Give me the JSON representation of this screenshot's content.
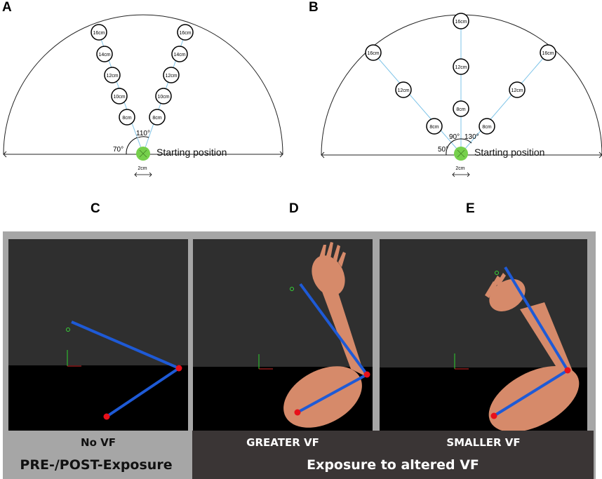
{
  "panels": {
    "a": {
      "letter": "A",
      "targets": [
        "16cm",
        "14cm",
        "12cm",
        "10cm",
        "8cm"
      ],
      "angle_left": "70°",
      "angle_right": "110°",
      "start_label": "Starting position",
      "width_label": "2cm"
    },
    "b": {
      "letter": "B",
      "center_targets": [
        "16cm",
        "12cm",
        "8cm"
      ],
      "diag_targets": [
        "16cm",
        "12cm",
        "8cm"
      ],
      "angle_left": "50°",
      "angle_mid": "90°",
      "angle_right": "130°",
      "start_label": "Starting position",
      "width_label": "2cm"
    },
    "c": {
      "letter": "C",
      "caption": "No VF"
    },
    "d": {
      "letter": "D",
      "caption": "GREATER VF"
    },
    "e": {
      "letter": "E",
      "caption": "SMALLER VF"
    }
  },
  "footer": {
    "left": "PRE-/POST-Exposure",
    "right": "Exposure to altered VF"
  },
  "colors": {
    "target_green": "#76d04c",
    "line_blue": "#7fc4e8",
    "stick_blue": "#1e5ad6",
    "joint_red": "#e8101a",
    "scene_top": "#2f2f2f",
    "scene_floor": "#000000",
    "panel_gray": "#a6a6a6",
    "panel_dark": "#3a3535",
    "skin": "#d68a6a"
  }
}
